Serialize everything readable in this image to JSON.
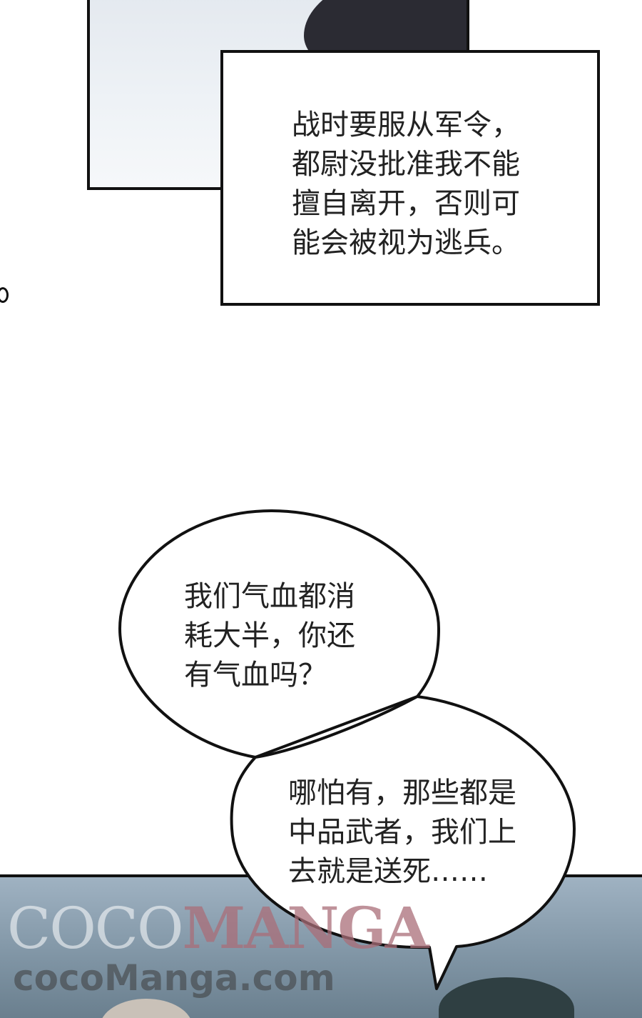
{
  "narration": {
    "text": "战时要服从军令，\n都尉没批准我不能\n擅自离开，否则可\n能会被视为逃兵。"
  },
  "bubble_one": {
    "text": "我们气血都消\n耗大半，你还\n有气血吗？"
  },
  "bubble_two": {
    "text": "哪怕有，那些都是\n中品武者，我们上\n去就是送死……"
  },
  "watermark": {
    "logo_part1": "COCO",
    "logo_part2": "MANGA",
    "url": "cocoManga.com"
  }
}
